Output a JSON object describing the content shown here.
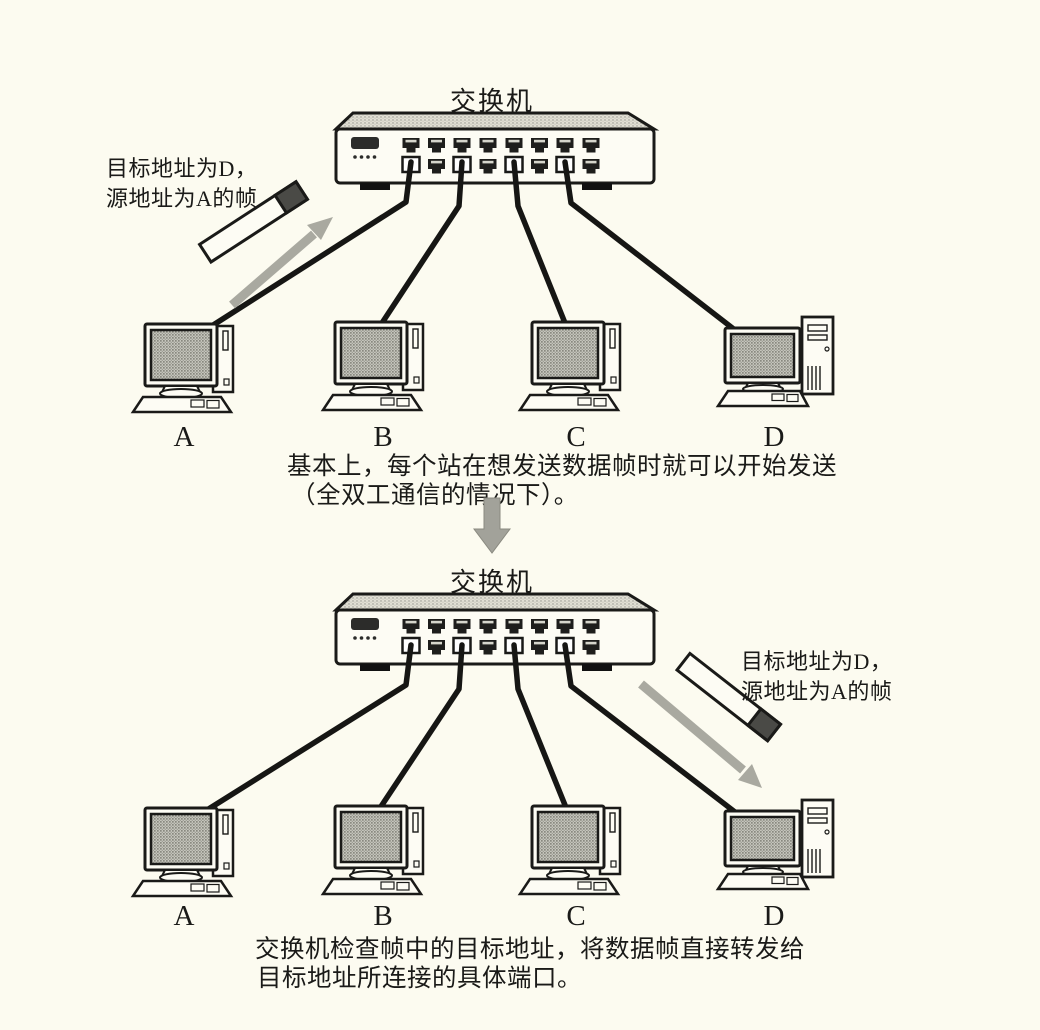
{
  "colors": {
    "background": "#fcfbf0",
    "ink": "#1a1a18",
    "arrow_gray": "#a9a9a0",
    "frame_body": "#fdfcf4",
    "frame_head": "#4a4a46",
    "screen_gray": "#b9b9b0"
  },
  "panel_top": {
    "switch_label": "交换机",
    "frame_label_line1": "目标地址为D，",
    "frame_label_line2": "源地址为A的帧",
    "stations": [
      "A",
      "B",
      "C",
      "D"
    ],
    "caption_line1": "基本上，每个站在想发送数据帧时就可以开始发送",
    "caption_line2": "（全双工通信的情况下）。"
  },
  "panel_bottom": {
    "switch_label": "交换机",
    "frame_label_line1": "目标地址为D，",
    "frame_label_line2": "源地址为A的帧",
    "stations": [
      "A",
      "B",
      "C",
      "D"
    ],
    "caption_line1": "交换机检查帧中的目标地址，将数据帧直接转发给",
    "caption_line2": "目标地址所连接的具体端口。"
  }
}
